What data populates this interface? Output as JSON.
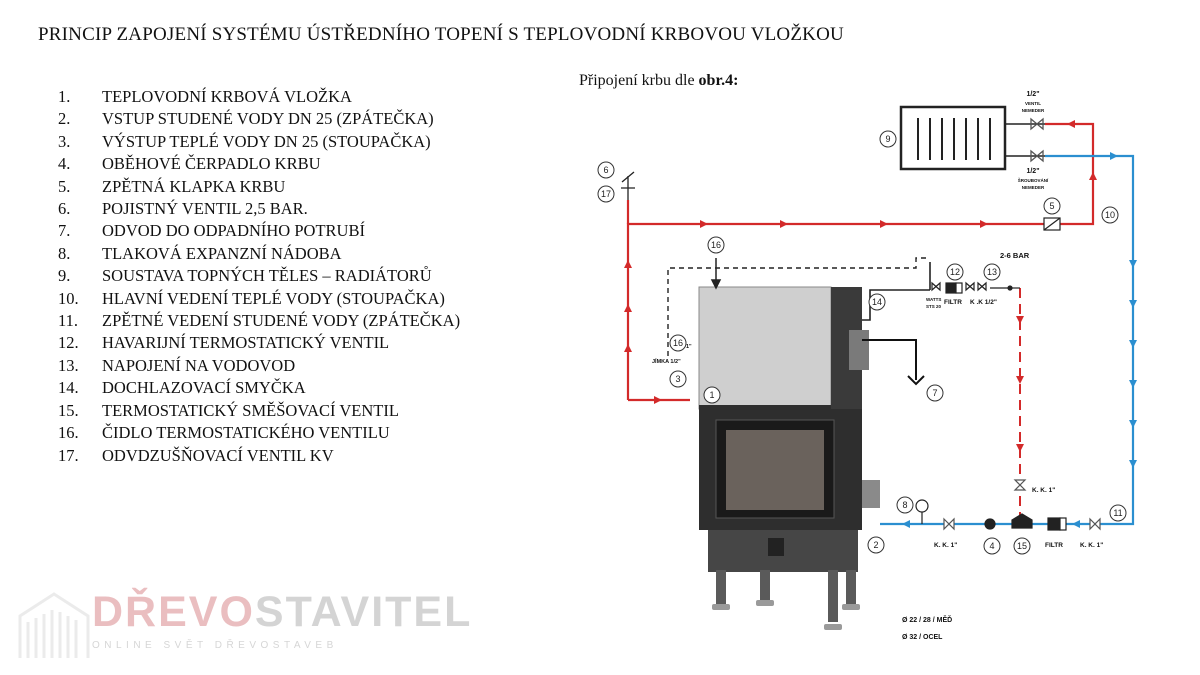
{
  "title": "PRINCIP ZAPOJENÍ SYSTÉMU ÚSTŘEDNÍHO TOPENÍ S TEPLOVODNÍ KRBOVOU VLOŽKOU",
  "subtitle_prefix": "Připojení krbu dle ",
  "subtitle_bold": "obr.4:",
  "legend": [
    {
      "num": "1.",
      "text": "TEPLOVODNÍ KRBOVÁ VLOŽKA"
    },
    {
      "num": "2.",
      "text": "VSTUP STUDENÉ VODY DN 25 (ZPÁTEČKA)"
    },
    {
      "num": "3.",
      "text": "VÝSTUP TEPLÉ VODY DN 25 (STOUPAČKA)"
    },
    {
      "num": "4.",
      "text": "OBĚHOVÉ ČERPADLO KRBU"
    },
    {
      "num": "5.",
      "text": "ZPĚTNÁ KLAPKA KRBU"
    },
    {
      "num": "6.",
      "text": "POJISTNÝ VENTIL 2,5 BAR."
    },
    {
      "num": "7.",
      "text": "ODVOD DO ODPADNÍHO POTRUBÍ"
    },
    {
      "num": "8.",
      "text": "TLAKOVÁ EXPANZNÍ NÁDOBA"
    },
    {
      "num": "9.",
      "text": "SOUSTAVA TOPNÝCH TĚLES – RADIÁTORŮ"
    },
    {
      "num": "10.",
      "text": "HLAVNÍ VEDENÍ TEPLÉ VODY (STOUPAČKA)"
    },
    {
      "num": "11.",
      "text": "ZPĚTNÉ VEDENÍ STUDENÉ VODY (ZPÁTEČKA)"
    },
    {
      "num": "12.",
      "text": "HAVARIJNÍ TERMOSTATICKÝ VENTIL"
    },
    {
      "num": "13.",
      "text": "NAPOJENÍ NA VODOVOD"
    },
    {
      "num": "14.",
      "text": "DOCHLAZOVACÍ SMYČKA"
    },
    {
      "num": "15.",
      "text": "TERMOSTATICKÝ SMĚŠOVACÍ VENTIL"
    },
    {
      "num": "16.",
      "text": "ČIDLO TERMOSTATICKÉHO VENTILU"
    },
    {
      "num": "17.",
      "text": "ODVDZUŠŇOVACÍ VENTIL KV"
    }
  ],
  "diagram": {
    "markers": [
      "1",
      "2",
      "3",
      "4",
      "5",
      "6",
      "7",
      "8",
      "9",
      "10",
      "11",
      "12",
      "13",
      "14",
      "15",
      "16",
      "16",
      "17"
    ],
    "labels": {
      "valve_top": "1/2\"",
      "valve_top_sub1": "VENTIL",
      "valve_top_sub2": "NEMEDER",
      "valve_bottom": "1/2\"",
      "valve_bottom_sub1": "ŠROUBOVÁNÍ",
      "valve_bottom_sub2": "NEMEDER",
      "pressure": "2-6 BAR",
      "watts1": "WATTS",
      "watts2": "STS 20",
      "filtr_top": "FILTR",
      "kk_top": "K .K 1/2\"",
      "kk_right": "K. K. 1\"",
      "kk_bottom_left": "K. K. 1\"",
      "filtr_bottom": "FILTR",
      "kk_bottom_right": "K. K. 1\"",
      "jimka1": "1\"",
      "jimka2": "JÍMKA 1/2\"",
      "pipe_cu": "Ø 22 / 28 / MĚĎ",
      "pipe_steel": "Ø 32 / OCEL"
    },
    "colors": {
      "hot": "#d32a2a",
      "cold": "#2b8fd0",
      "body": "#3b3b3b"
    }
  },
  "logo": {
    "brand_a": "DŘEVO",
    "brand_b": "STAVITEL",
    "tagline": "ONLINE SVĚT DŘEVOSTAVEB"
  }
}
